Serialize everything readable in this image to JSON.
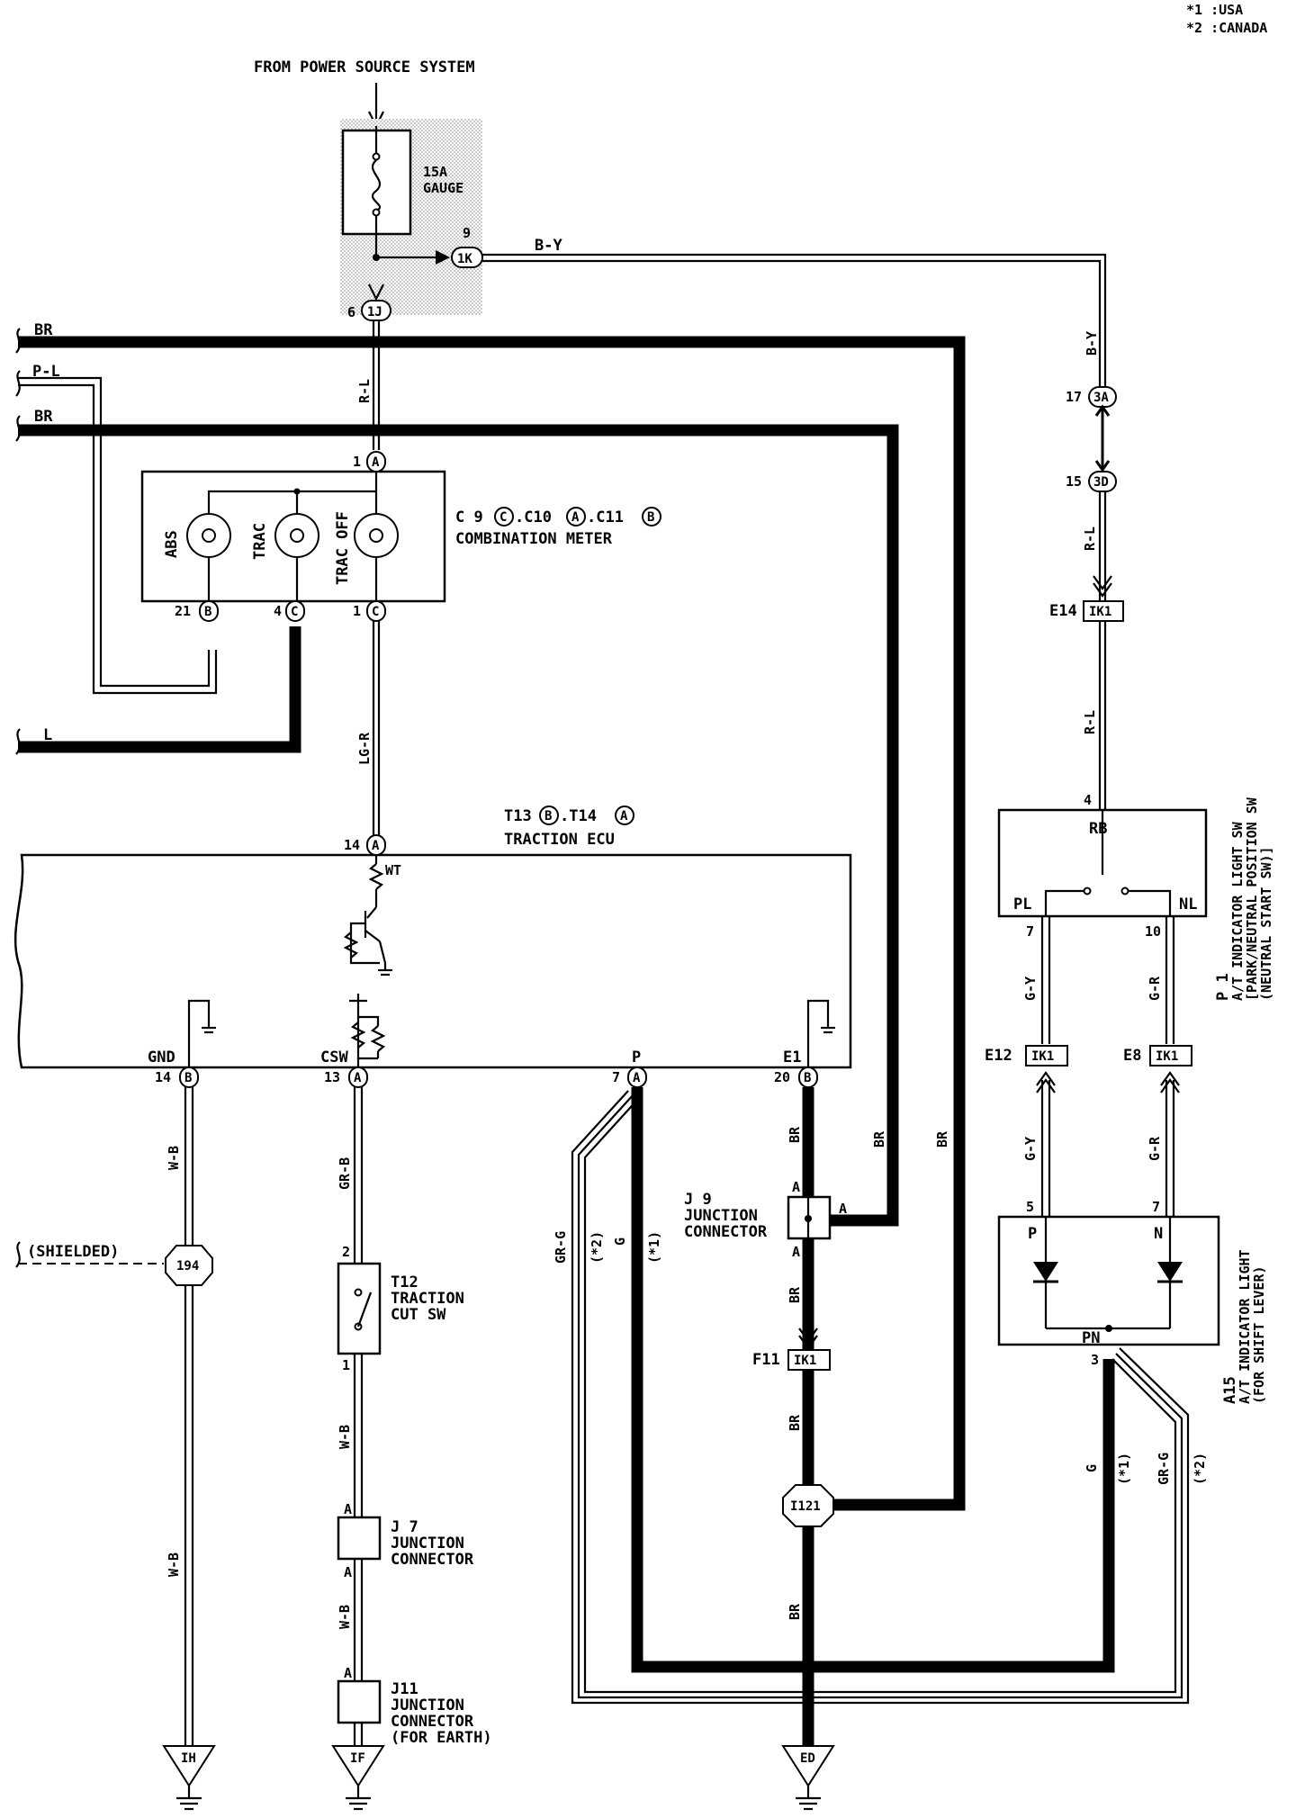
{
  "legend": {
    "n1": "*1 :USA",
    "n2": "*2 :CANADA"
  },
  "power_source": "FROM POWER SOURCE SYSTEM",
  "fuse": {
    "rating": "15A",
    "name": "GAUGE"
  },
  "connectors": {
    "ik_pin": "9",
    "ik": "1K",
    "ij_pin": "6",
    "ij": "1J",
    "a3_pin": "17",
    "a3": "3A",
    "d3_pin": "15",
    "d3": "3D",
    "e14": "E14",
    "e12": "E12",
    "e8": "E8",
    "f11": "F11",
    "ik1": "IK1",
    "meter_a_pin": "1",
    "meter_a": "A",
    "meter_b_pin": "21",
    "meter_b": "B",
    "meter_c4_pin": "4",
    "meter_c": "C",
    "meter_c1_pin": "1",
    "ecu_a14_pin": "14",
    "ecu_a": "A",
    "ecu_b": "B",
    "gnd_pin": "14",
    "csw_pin": "13",
    "p_pin": "7",
    "e1_pin": "20",
    "sw4": "4",
    "sw7": "7",
    "sw10": "10",
    "ind5": "5",
    "ind7": "7",
    "ind3": "3",
    "t12_2": "2",
    "t12_1": "1",
    "j_a": "A"
  },
  "wires": {
    "by": "B-Y",
    "br": "BR",
    "pl": "P-L",
    "l": "L",
    "rl": "R-L",
    "lgr": "LG-R",
    "wb": "W-B",
    "grb": "GR-B",
    "grg": "GR-G",
    "g": "G",
    "gy": "G-Y",
    "gr": "G-R",
    "star1": "(*1)",
    "star2": "(*2)",
    "shielded": "(SHIELDED)"
  },
  "meter": {
    "ref_c9": "C 9",
    "ref_c10": ".C10",
    "ref_c11": ".C11",
    "title": "COMBINATION METER",
    "abs": "ABS",
    "trac": "TRAC",
    "trac_off": "TRAC OFF"
  },
  "ecu": {
    "ref_t13": "T13",
    "ref_t14": ".T14",
    "title": "TRACTION ECU",
    "wt": "WT",
    "gnd": "GND",
    "csw": "CSW",
    "p": "P",
    "e1": "E1"
  },
  "switch_p1": {
    "rb": "RB",
    "pl": "PL",
    "nl": "NL",
    "ref": "P 1",
    "line1": "A/T INDICATOR LIGHT SW",
    "line2": "[PARK/NEUTRAL POSITION SW",
    "line3": "(NEUTRAL START SW)]"
  },
  "indicator_a15": {
    "p": "P",
    "n": "N",
    "pn": "PN",
    "ref": "A15",
    "line1": "A/T INDICATOR LIGHT",
    "line2": "(FOR SHIFT LEVER)"
  },
  "t12": {
    "ref": "T12",
    "line1": "TRACTION",
    "line2": "CUT SW"
  },
  "j9": {
    "ref": "J 9",
    "line1": "JUNCTION",
    "line2": "CONNECTOR"
  },
  "j7": {
    "ref": "J 7",
    "line1": "JUNCTION",
    "line2": "CONNECTOR"
  },
  "j11": {
    "ref": "J11",
    "line1": "JUNCTION",
    "line2": "CONNECTOR",
    "line3": "(FOR EARTH)"
  },
  "grounds": {
    "ih": "IH",
    "if": "IF",
    "ed": "ED"
  },
  "splices": {
    "s194": "194",
    "i121": "I121"
  }
}
